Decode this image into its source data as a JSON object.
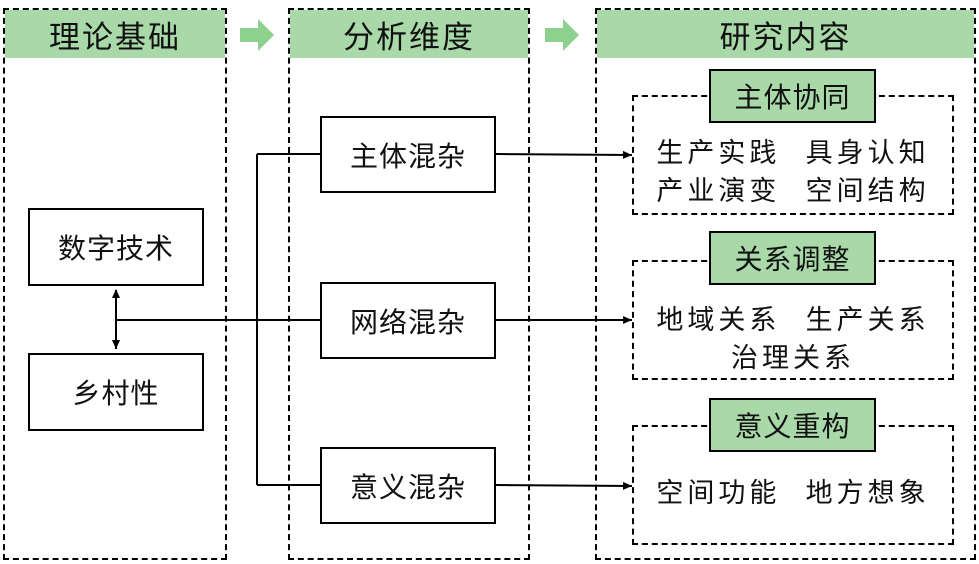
{
  "colors": {
    "header_green": "#a9d9a9",
    "arrow_green": "#8ed08e",
    "line": "#000000"
  },
  "columns": {
    "theory": {
      "title": "理论基础"
    },
    "dimension": {
      "title": "分析维度"
    },
    "content": {
      "title": "研究内容"
    }
  },
  "theory_boxes": {
    "digital": "数字技术",
    "rurality": "乡村性"
  },
  "dimension_boxes": {
    "subject": "主体混杂",
    "network": "网络混杂",
    "meaning": "意义混杂"
  },
  "content_groups": [
    {
      "label": "主体协同",
      "lines": [
        "生产实践  具身认知",
        "产业演变  空间结构"
      ]
    },
    {
      "label": "关系调整",
      "lines": [
        "地域关系  生产关系",
        "治理关系"
      ]
    },
    {
      "label": "意义重构",
      "lines": [
        "空间功能  地方想象"
      ]
    }
  ]
}
